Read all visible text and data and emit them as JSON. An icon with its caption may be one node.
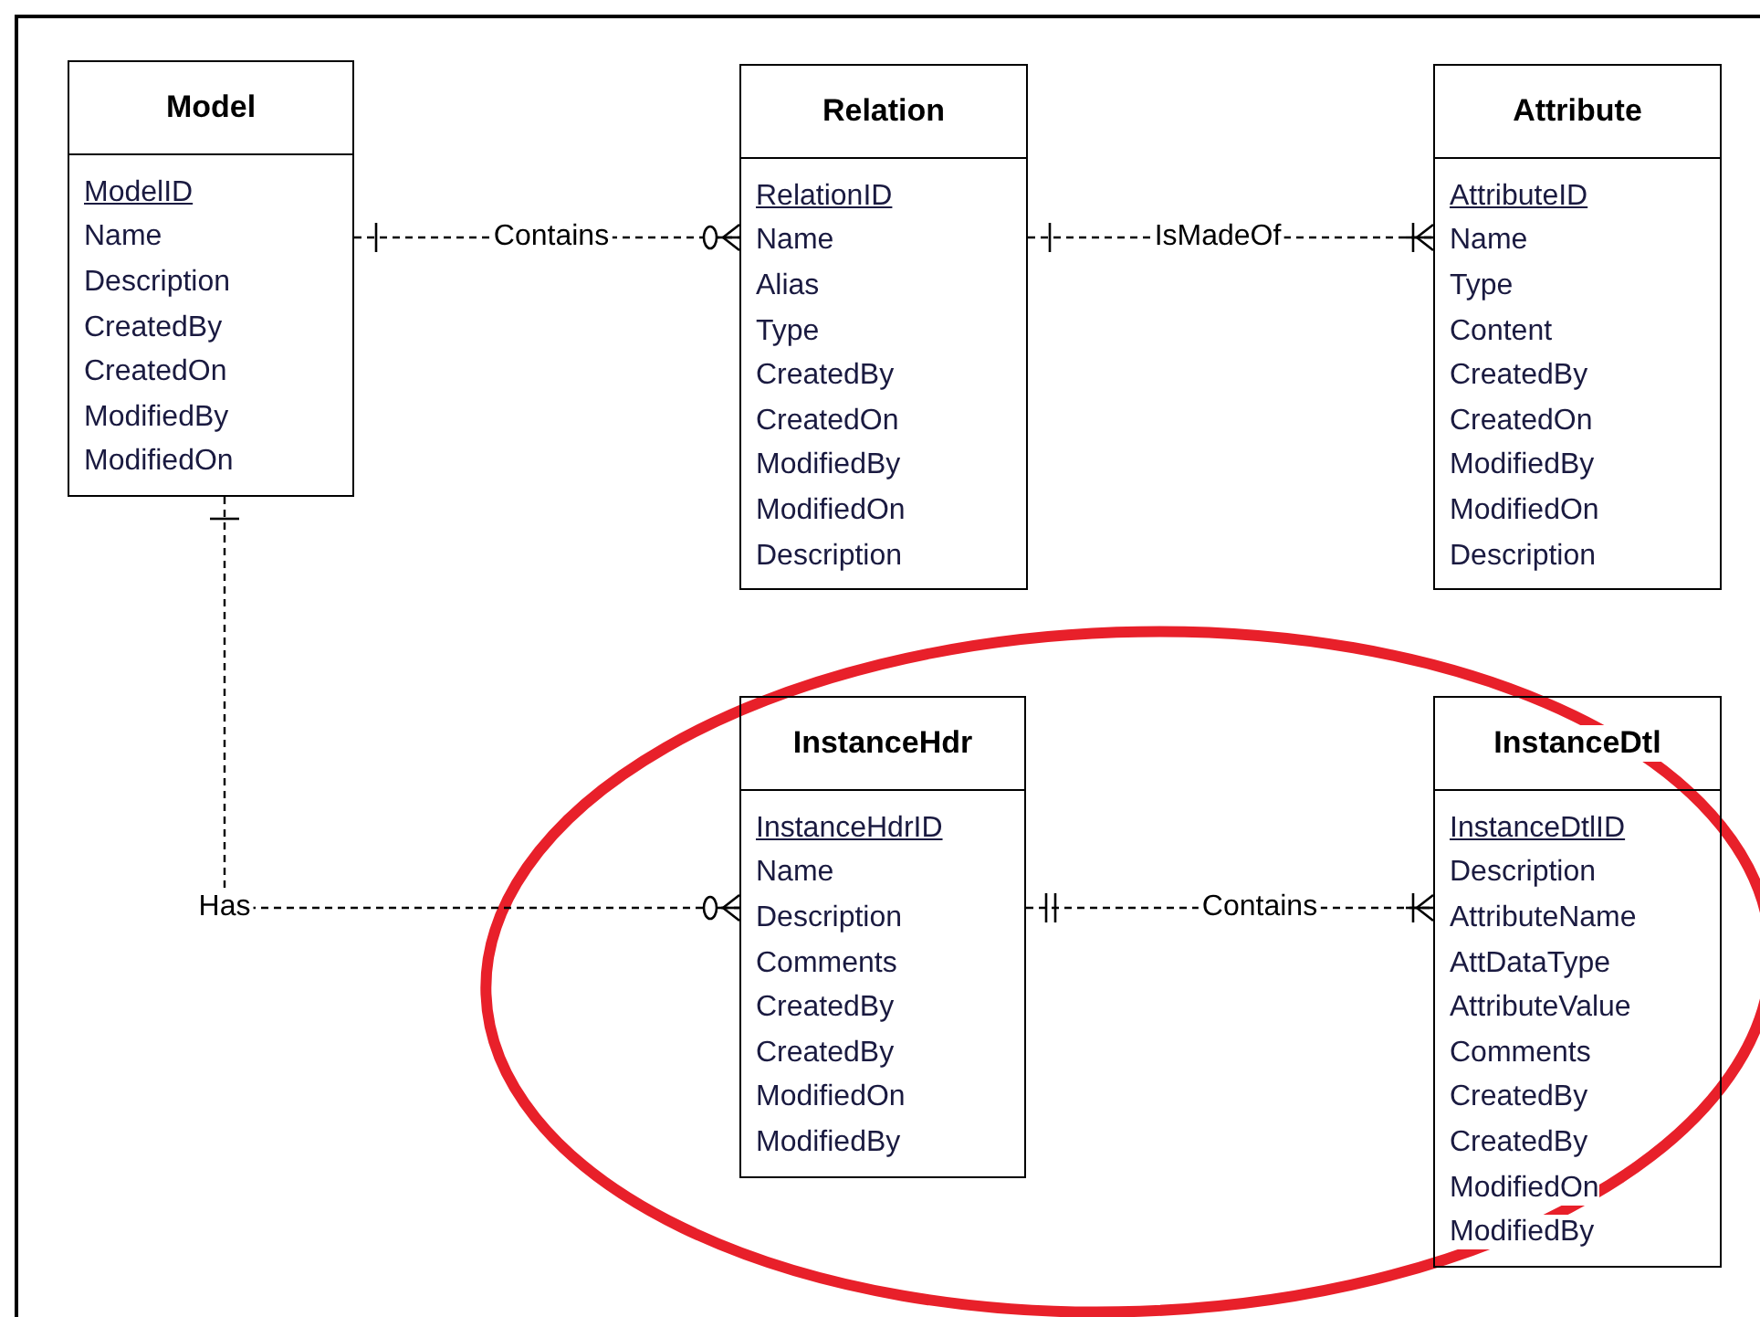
{
  "diagram": {
    "nodes": [
      {
        "text": [
          "Model",
          "ModelID",
          "Name",
          "Description",
          "CreatedBy",
          "CreatedOn",
          "ModifiedBy",
          "ModifiedOn"
        ]
      },
      {
        "text": [
          "Relation",
          "RelationID",
          "Name",
          "Alias",
          "Type",
          "CreatedBy",
          "CreatedOn",
          "ModifiedBy",
          "ModifiedOn",
          "Description"
        ]
      },
      {
        "text": [
          "Attribute",
          "AttributeID",
          "Name",
          "Type",
          "Content",
          "CreatedBy",
          "CreatedOn",
          "ModifiedBy",
          "ModifiedOn",
          "Description"
        ]
      },
      {
        "text": [
          "InstanceHdr",
          "InstanceHdrID",
          "Name",
          "Description",
          "Comments",
          "CreatedBy",
          "CreatedBy",
          "ModifiedOn",
          "ModifiedBy"
        ]
      },
      {
        "text": [
          "InstanceDtl",
          "InstanceDtlID",
          "Description",
          "AttributeName",
          "AttDataType",
          "AttributeValue",
          "Comments",
          "CreatedBy",
          "CreatedBy",
          "ModifiedOn",
          "ModifiedBy"
        ]
      }
    ],
    "edges": [
      {
        "from": 0,
        "to": 1,
        "label": "Contains",
        "arrow": "other",
        "style": "dashed"
      },
      {
        "from": 1,
        "to": 2,
        "label": "IsMadeOf",
        "arrow": "other",
        "style": "dashed"
      },
      {
        "from": 0,
        "to": 3,
        "label": "Has",
        "arrow": "other",
        "style": "dashed"
      },
      {
        "from": 3,
        "to": 4,
        "label": "Contains",
        "arrow": "other",
        "style": "dashed"
      }
    ]
  }
}
